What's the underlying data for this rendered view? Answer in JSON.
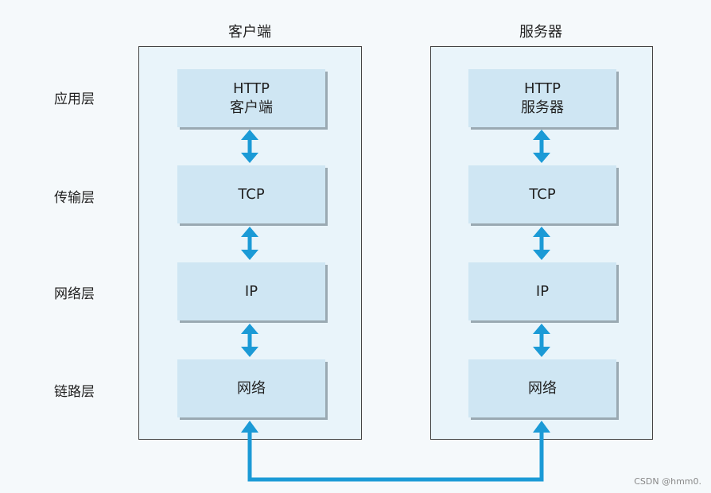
{
  "columns": {
    "client": {
      "title": "客户端"
    },
    "server": {
      "title": "服务器"
    }
  },
  "layers": [
    {
      "name": "应用层",
      "client": [
        "HTTP",
        "客户端"
      ],
      "server": [
        "HTTP",
        "服务器"
      ]
    },
    {
      "name": "传输层",
      "client": [
        "TCP"
      ],
      "server": [
        "TCP"
      ]
    },
    {
      "name": "网络层",
      "client": [
        "IP"
      ],
      "server": [
        "IP"
      ]
    },
    {
      "name": "链路层",
      "client": [
        "网络"
      ],
      "server": [
        "网络"
      ]
    }
  ],
  "watermark": "CSDN @hmm0.",
  "colors": {
    "arrow": "#1b9ad6",
    "panel": "#e9f4fa",
    "box": "#cfe6f3"
  }
}
